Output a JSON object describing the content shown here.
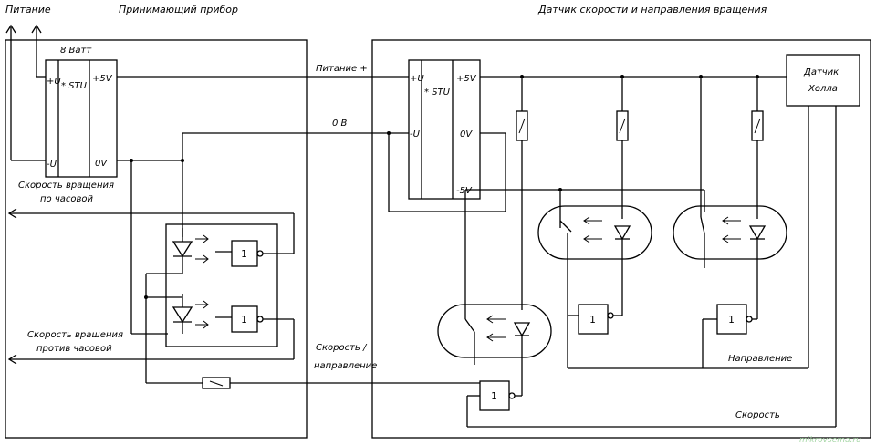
{
  "labels": {
    "power_left": "Питание",
    "receiver_title": "Принимающий прибор",
    "sensor_title": "Датчик скорости и направления вращения",
    "watt": "8 Ватт",
    "speed_cw_1": "Скорость вращения",
    "speed_cw_2": "по часовой",
    "speed_ccw_1": "Скорость вращения",
    "speed_ccw_2": "против часовой",
    "power_plus": "Питание +",
    "zero_v": "0 В",
    "speed_dir_1": "Скорость /",
    "speed_dir_2": "направление",
    "hall_1": "Датчик",
    "hall_2": "Холла",
    "direction": "Направление",
    "speed": "Скорость",
    "watermark": "mikrovsema.ru"
  },
  "stu_left": {
    "plus_u": "+U",
    "minus_u": "-U",
    "name": "* STU",
    "plus5v": "+5V",
    "zero": "0V"
  },
  "stu_right": {
    "plus_u": "+U",
    "minus_u": "-U",
    "name": "* STU",
    "plus5v": "+5V",
    "zero": "0V",
    "minus5v": "-5V"
  },
  "gate_label": "1"
}
